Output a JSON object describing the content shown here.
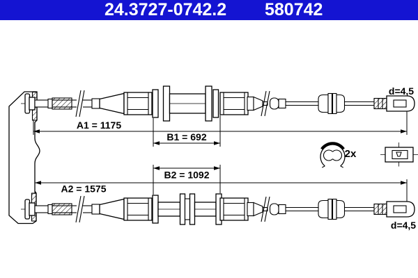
{
  "header": {
    "part_number": "24.3727-0742.2",
    "reference_number": "580742"
  },
  "diagram": {
    "dimension_labels": {
      "a1": "A1 = 1175",
      "b1": "B1 = 692",
      "b2": "B2 = 1092",
      "a2": "A2 = 1575"
    },
    "dimension_values_mm": {
      "a1": 1175,
      "b1": 692,
      "b2": 1092,
      "a2": 1575
    },
    "end_diameter_label_top": "d=4,5",
    "end_diameter_label_bottom": "d=4,5",
    "clip_quantity_label": "2x"
  },
  "colors": {
    "header_background": "#1414d2",
    "header_text": "#ffffff",
    "drawing_lines": "#000000",
    "background": "#ffffff"
  }
}
